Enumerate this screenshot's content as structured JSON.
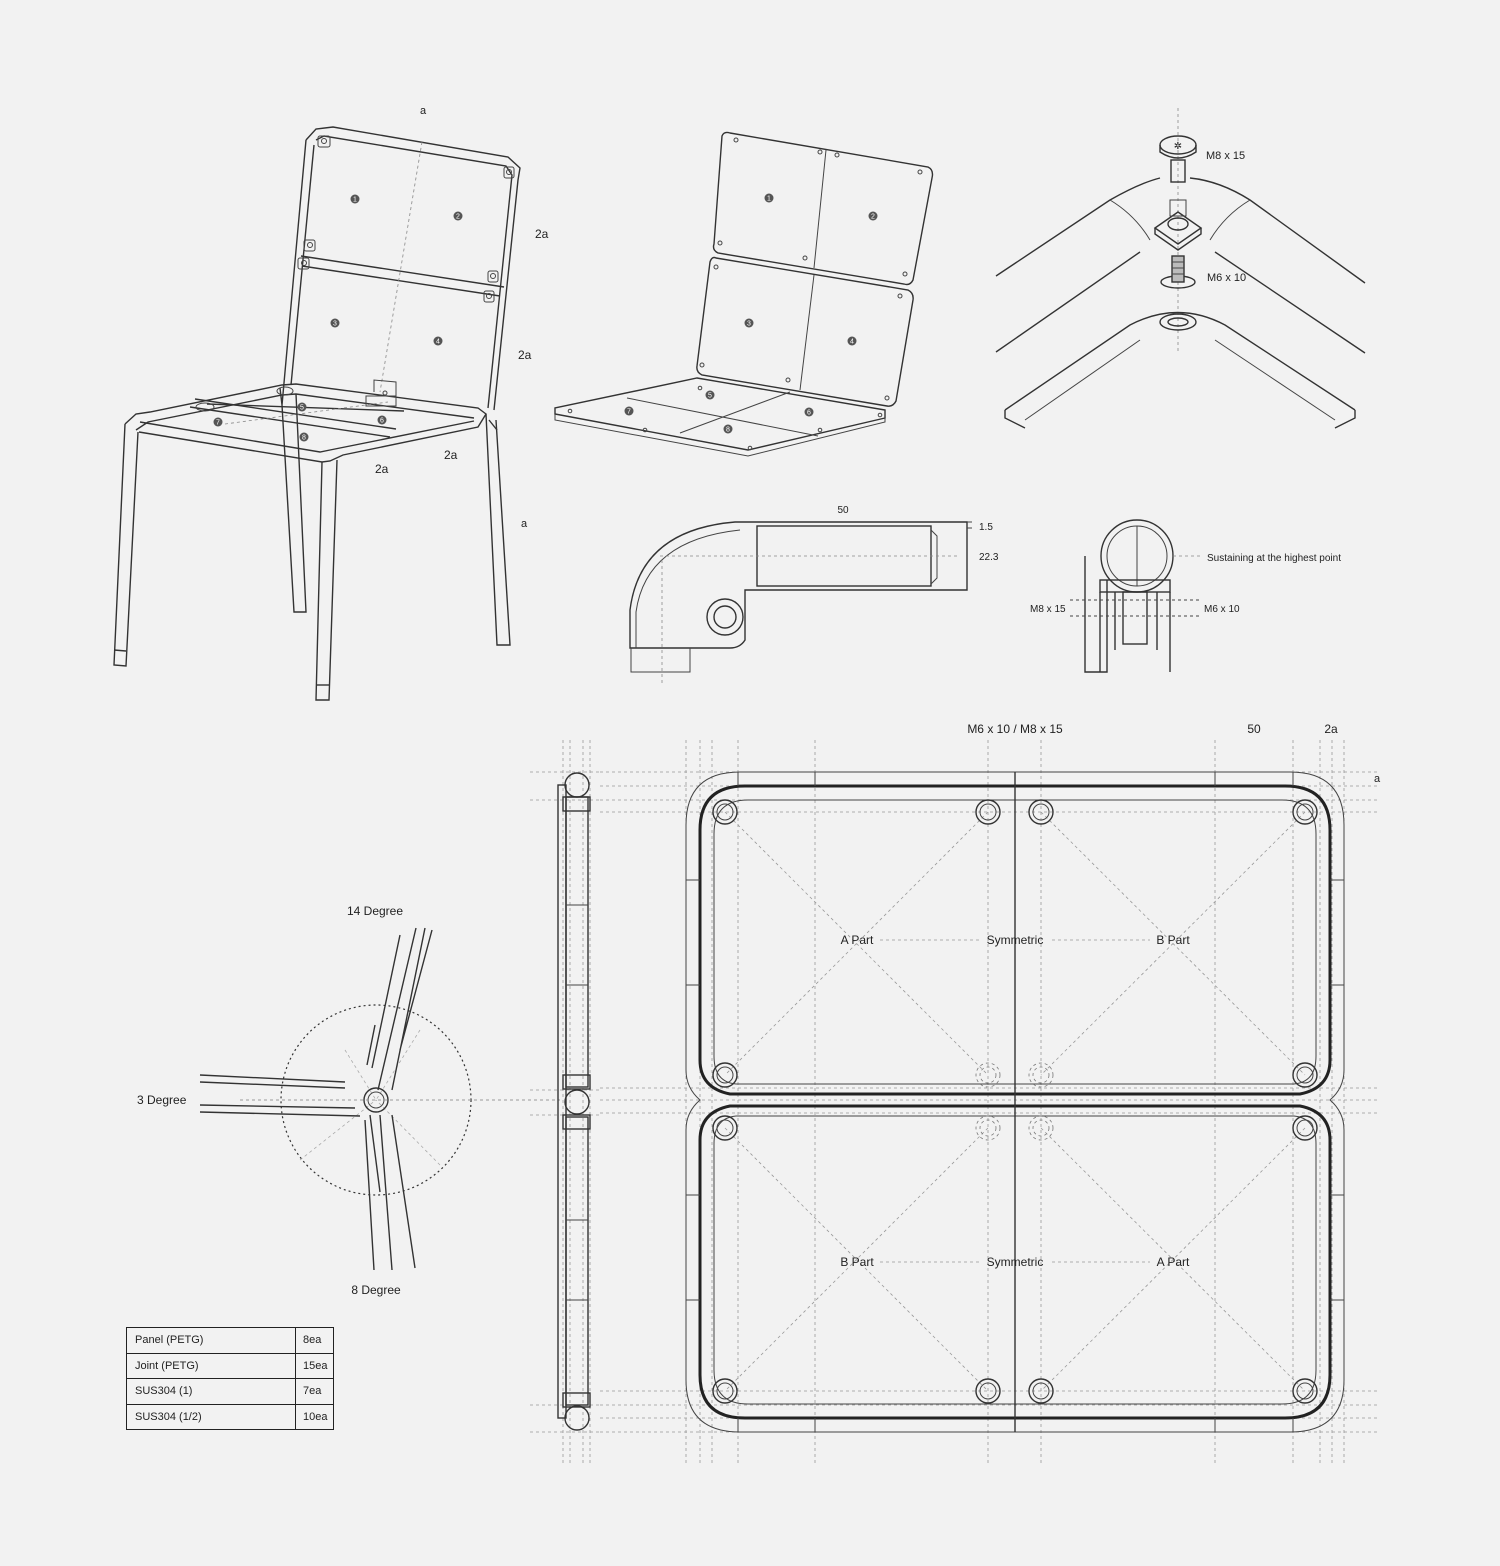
{
  "chair_labels": {
    "top_a": "a",
    "side_a": "a",
    "back_upper_2a": "2a",
    "back_lower_2a": "2a",
    "seat_front_2a": "2a",
    "seat_side_2a": "2a"
  },
  "panel_numbers": [
    "1",
    "2",
    "3",
    "4",
    "5",
    "6",
    "7",
    "8"
  ],
  "fastener": {
    "m8": "M8 x 15",
    "m6": "M6 x 10"
  },
  "joint_section": {
    "length": "50",
    "wall": "1.5",
    "diameter": "22.3"
  },
  "clamp_detail": {
    "note": "Sustaining at the highest point",
    "m8": "M8 x 15",
    "m6": "M6 x 10"
  },
  "angles": {
    "top": "14 Degree",
    "left": "3 Degree",
    "bottom": "8 Degree"
  },
  "plan": {
    "screws": "M6 x 10 / M8 x 15",
    "length": "50",
    "two_a": "2a",
    "a": "a",
    "upper_left": "A Part",
    "upper_mid": "Symmetric",
    "upper_right": "B Part",
    "lower_left": "B Part",
    "lower_mid": "Symmetric",
    "lower_right": "A Part"
  },
  "bom": [
    {
      "item": "Panel (PETG)",
      "qty": "8ea"
    },
    {
      "item": "Joint (PETG)",
      "qty": "15ea"
    },
    {
      "item": "SUS304 (1)",
      "qty": "7ea"
    },
    {
      "item": "SUS304 (1/2)",
      "qty": "10ea"
    }
  ]
}
